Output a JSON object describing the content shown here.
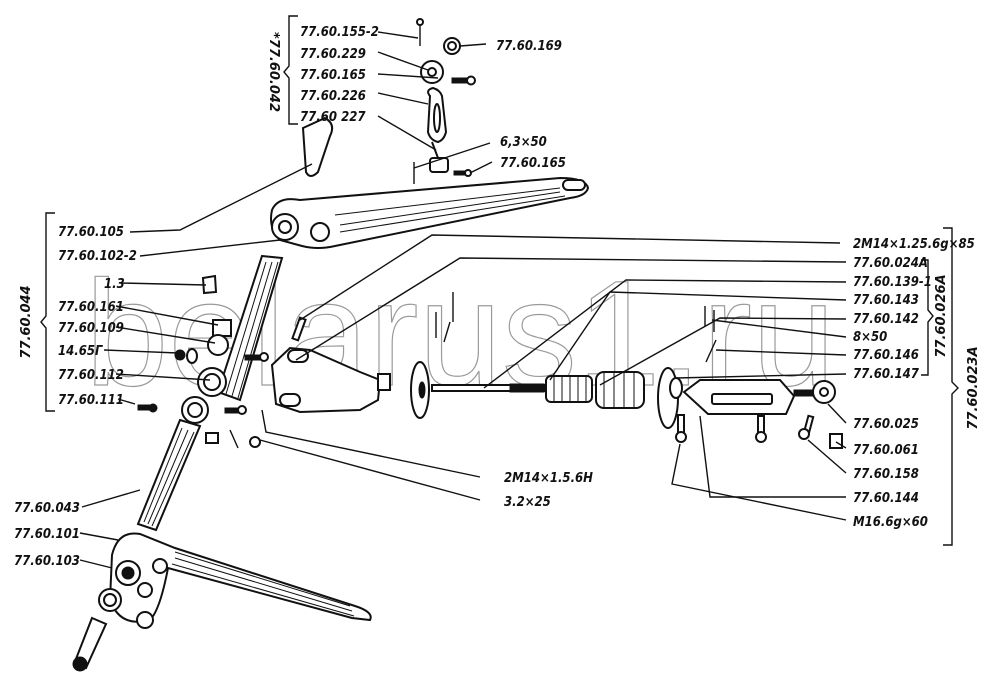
{
  "watermark": "belarus1.ru",
  "groups": {
    "g042": "*77.60.042",
    "g044": "77.60.044",
    "g026A": "77.60.026A",
    "g023A": "77.60.023A"
  },
  "labels": {
    "l155_2": "77.60.155-2",
    "l229": "77.60.229",
    "l165a": "77.60.165",
    "l226": "77.60.226",
    "l227": "77.60 227",
    "l169": "77.60.169",
    "l63x50": "6,3×50",
    "l165b": "77.60.165",
    "l105": "77.60.105",
    "l102_2": "77.60.102-2",
    "l13": "1.3",
    "l161": "77.60.161",
    "l109": "77.60.109",
    "l1465": "14.65Г",
    "l112": "77.60.112",
    "l111": "77.60.111",
    "l043": "77.60.043",
    "l101": "77.60.101",
    "l103": "77.60.103",
    "lM14_85": "2M14×1.25.6g×85",
    "l024A": "77.60.024A",
    "l139_1": "77.60.139-1",
    "l143": "77.60.143",
    "l142": "77.60.142",
    "l8x50": "8×50",
    "l146": "77.60.146",
    "l147": "77.60.147",
    "l025": "77.60.025",
    "l061": "77.60.061",
    "l158": "77.60.158",
    "l144": "77.60.144",
    "lM16": "M16.6g×60",
    "lM14_6H": "2M14×1.5.6H",
    "l32x25": "3.2×25"
  }
}
